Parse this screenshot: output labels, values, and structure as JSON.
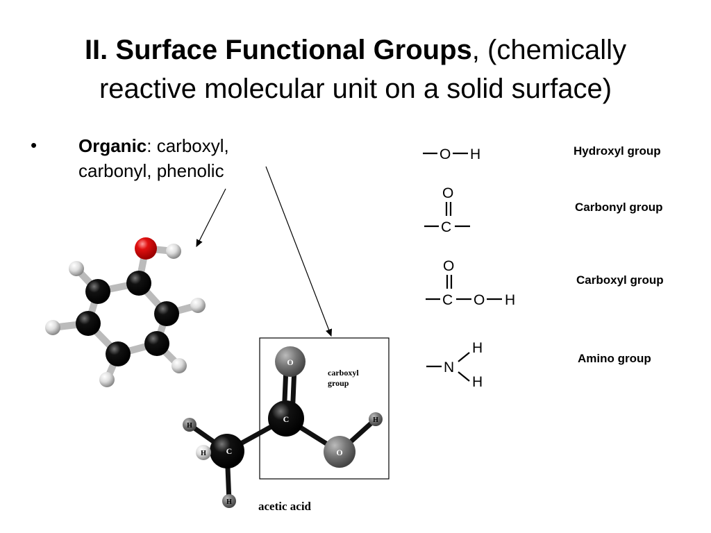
{
  "title": {
    "bold": "II. Surface Functional Groups",
    "rest_line1": ", (chemically",
    "line2": "reactive molecular unit on a solid surface)"
  },
  "bullet": {
    "marker": "•",
    "heading": "Organic",
    "sep": ":  ",
    "text_line1": "carboxyl,",
    "text_line2": "carbonyl, phenolic"
  },
  "groups": [
    {
      "label": "Hydroxyl group",
      "atoms": [
        "O",
        "H"
      ]
    },
    {
      "label": "Carbonyl group",
      "atoms": [
        "O",
        "C"
      ]
    },
    {
      "label": "Carboxyl group",
      "atoms": [
        "O",
        "C",
        "O",
        "H"
      ]
    },
    {
      "label": "Amino group",
      "atoms": [
        "N",
        "H",
        "H"
      ]
    }
  ],
  "acetic_acid": {
    "name": "acetic acid",
    "box_label_1": "carboxyl",
    "box_label_2": "group",
    "atoms": {
      "o1": "O",
      "c1": "C",
      "o2": "O",
      "h_oh": "H",
      "c2": "C",
      "h1": "H",
      "h2": "H",
      "h3": "H"
    }
  },
  "colors": {
    "oxygen": "#e01010",
    "carbon": "#111111",
    "hydrogen": "#d8d8d8"
  }
}
